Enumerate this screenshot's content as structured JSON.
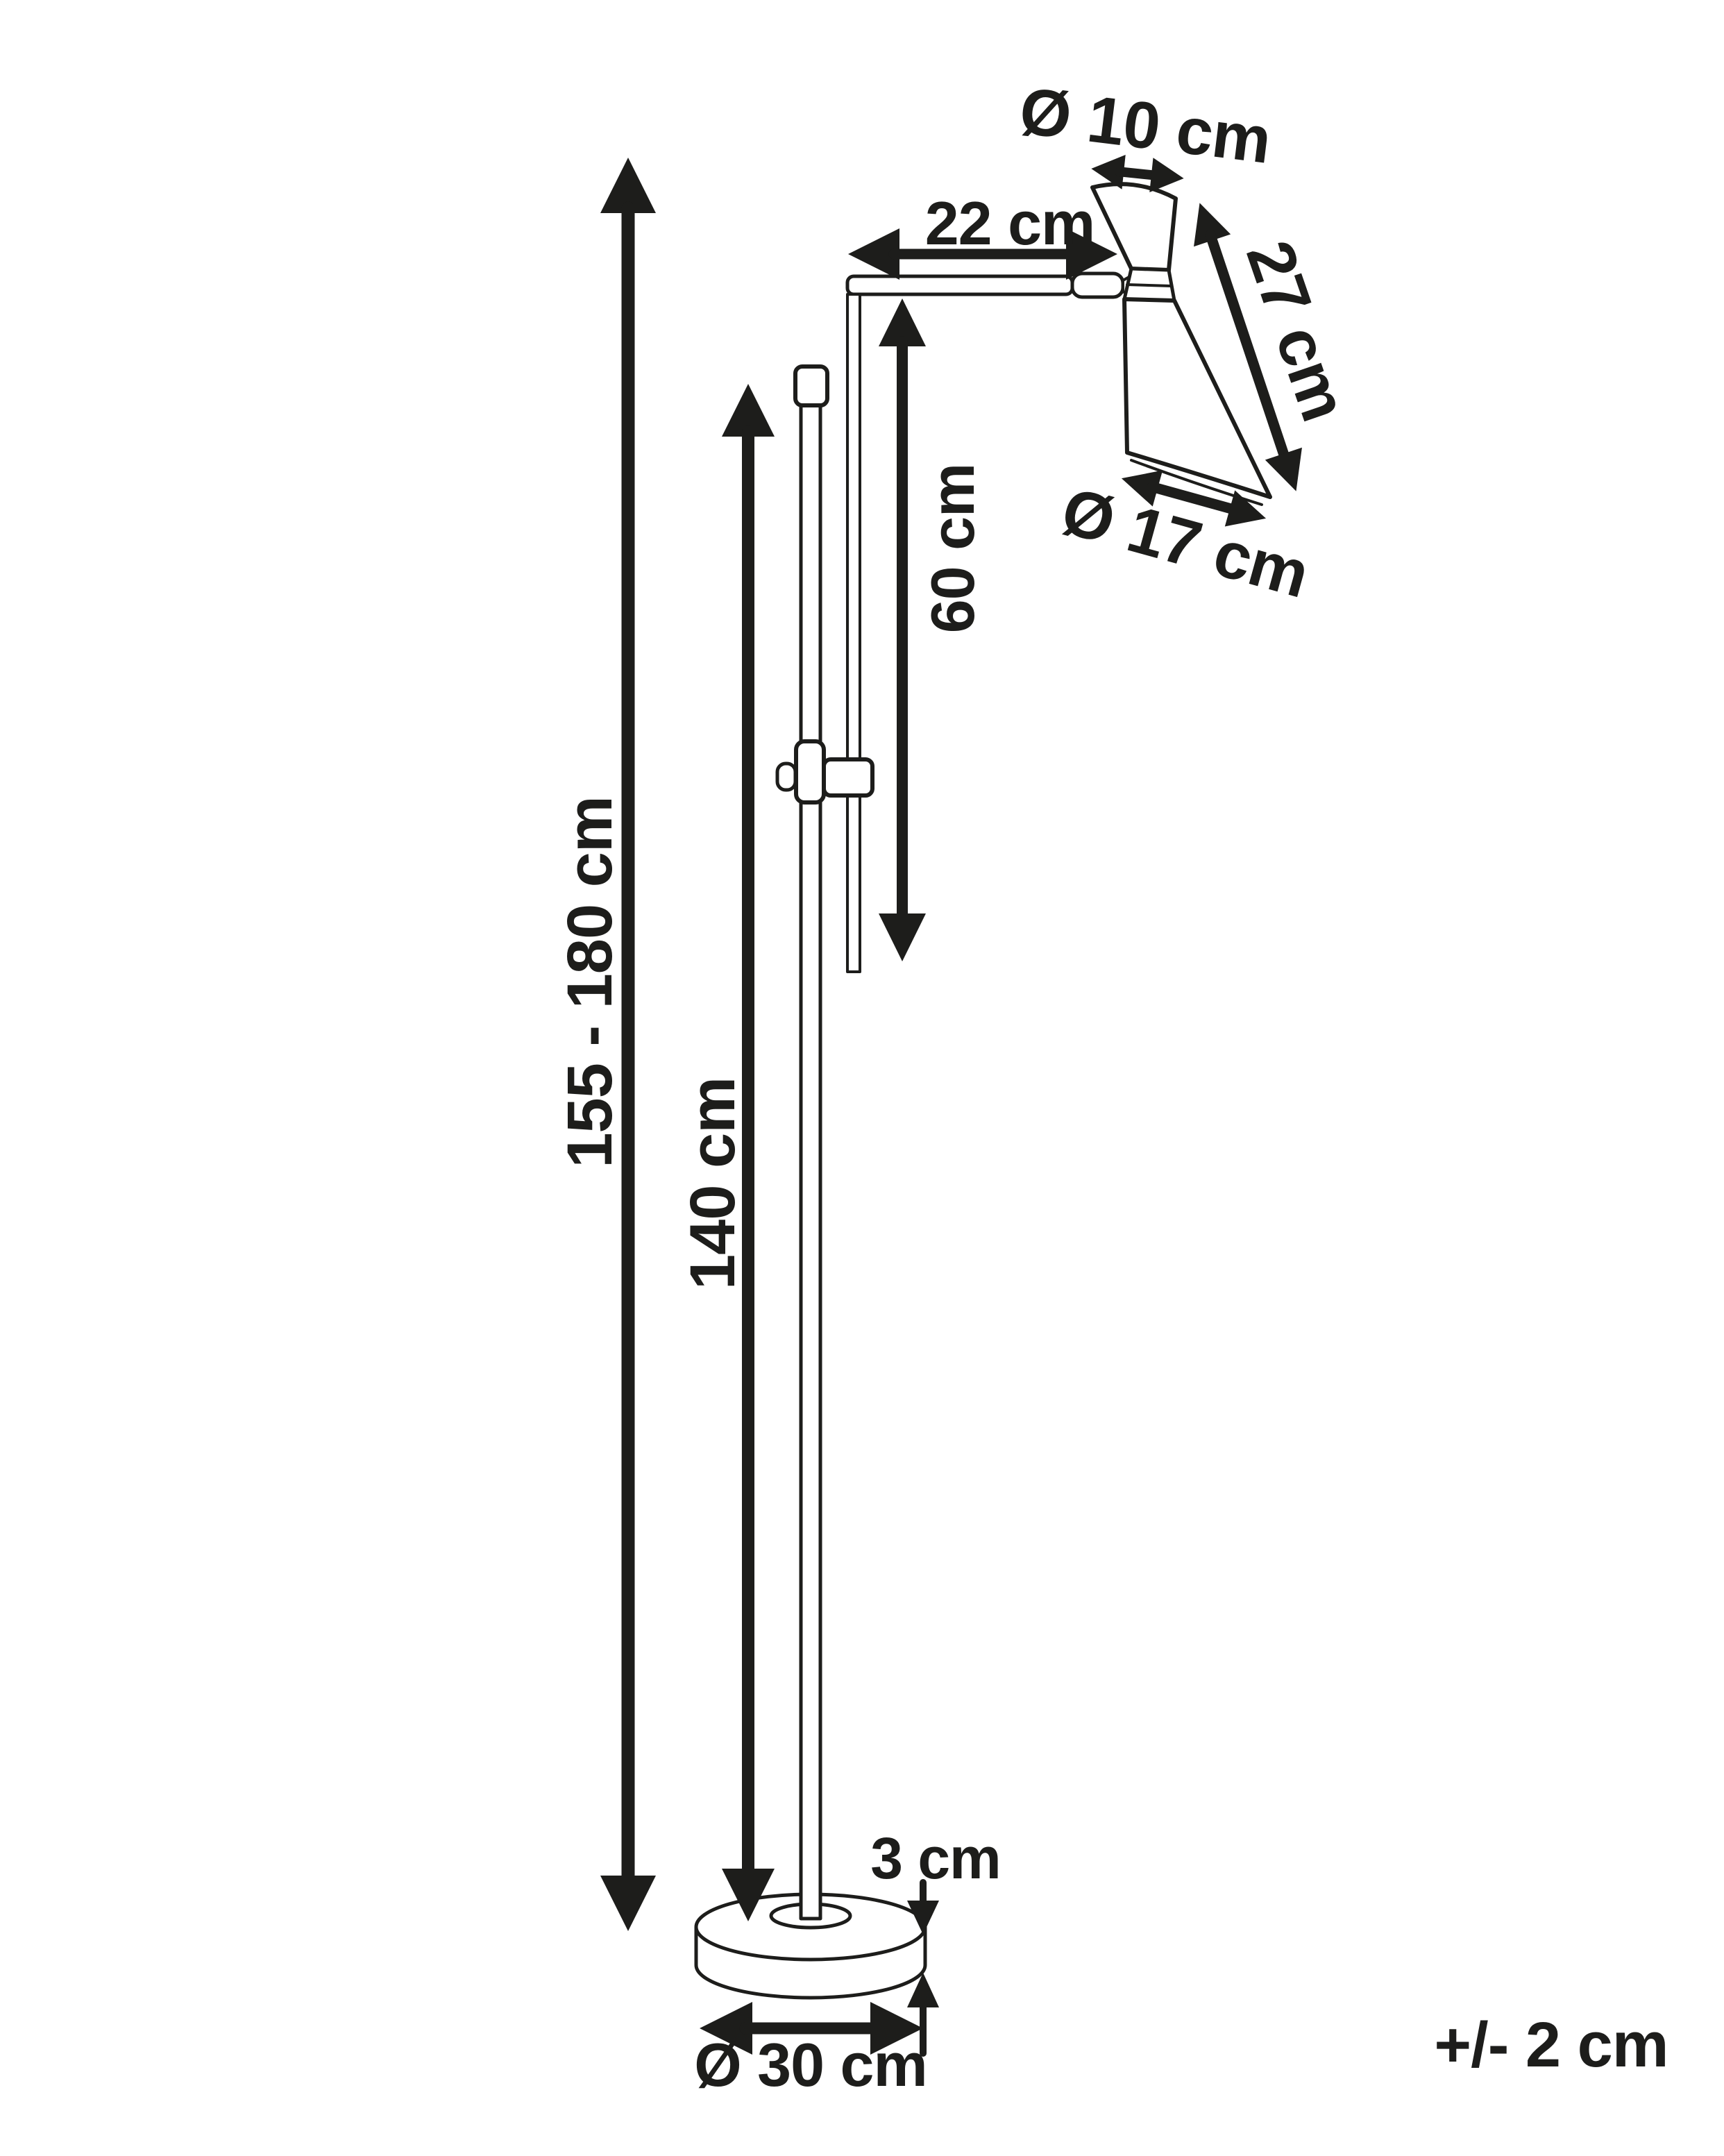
{
  "title": "Floor lamp dimension diagram",
  "colors": {
    "ink": "#1d1d1b",
    "background": "#ffffff"
  },
  "labels": {
    "shade_top_diameter": "Ø 10 cm",
    "arm_length": "22 cm",
    "shade_slant_height": "27 cm",
    "shade_bottom_diameter": "Ø 17 cm",
    "arm_drop_height": "60 cm",
    "total_height_range": "155 - 180 cm",
    "pole_height": "140 cm",
    "base_thickness": "3 cm",
    "base_diameter": "Ø 30 cm",
    "tolerance": "+/- 2 cm"
  }
}
